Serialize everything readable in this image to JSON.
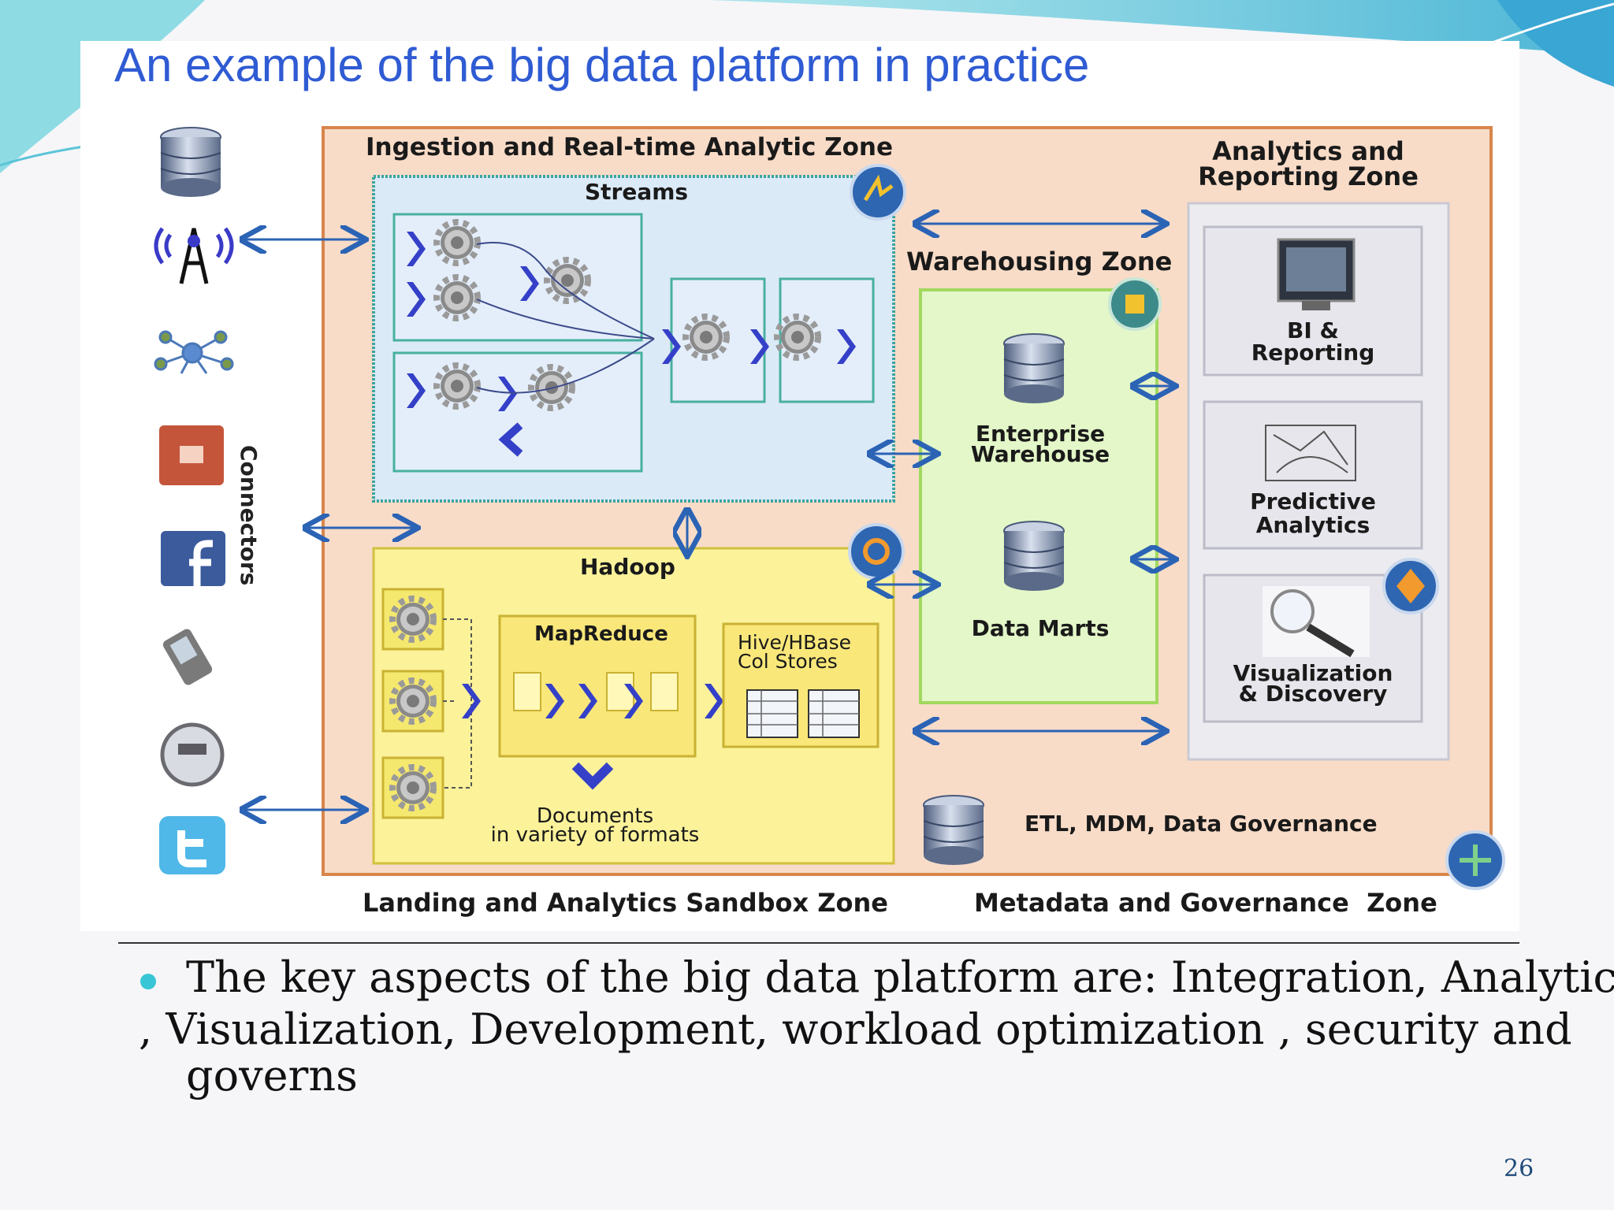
{
  "slide": {
    "title": "An example of the big data platform in practice",
    "page_number": "26"
  },
  "diagram": {
    "zones": {
      "ingestion": "Ingestion and Real-time Analytic Zone",
      "analytics_reporting": "Analytics and\nReporting Zone",
      "warehousing": "Warehousing Zone",
      "landing_sandbox": "Landing and Analytics Sandbox Zone",
      "metadata_governance": "Metadata and Governance  Zone"
    },
    "components": {
      "streams": "Streams",
      "hadoop": "Hadoop",
      "mapreduce": "MapReduce",
      "hive_hbase": "Hive/HBase\nCol Stores",
      "documents": "Documents\nin variety of formats",
      "enterprise_warehouse": "Enterprise\nWarehouse",
      "data_marts": "Data Marts",
      "bi_reporting": "BI &\nReporting",
      "predictive_analytics": "Predictive\nAnalytics",
      "visualization_discovery": "Visualization\n& Discovery",
      "etl_mdm": "ETL, MDM, Data Governance",
      "connectors": "Connectors"
    },
    "source_icons": [
      "database-icon",
      "antenna-icon",
      "network-icon",
      "rss-icon",
      "facebook-icon",
      "mobile-phone-icon",
      "meter-icon",
      "twitter-icon"
    ]
  },
  "bullet": {
    "line1": "The key aspects of the big data platform are: Integration, Analytics",
    "line2": ", Visualization, Development, workload optimization , security and",
    "line3": "governs"
  },
  "colors": {
    "title": "#2f5bd3",
    "outer_zone": "#f8dcc8",
    "streams_zone": "#dbeaf7",
    "hadoop_zone": "#fbf29a",
    "warehouse_zone": "#e3f7c8",
    "analytics_zone": "#ececf0",
    "arrow": "#2b63b5",
    "chevron": "#3540c8",
    "bullet": "#38c6d6"
  }
}
